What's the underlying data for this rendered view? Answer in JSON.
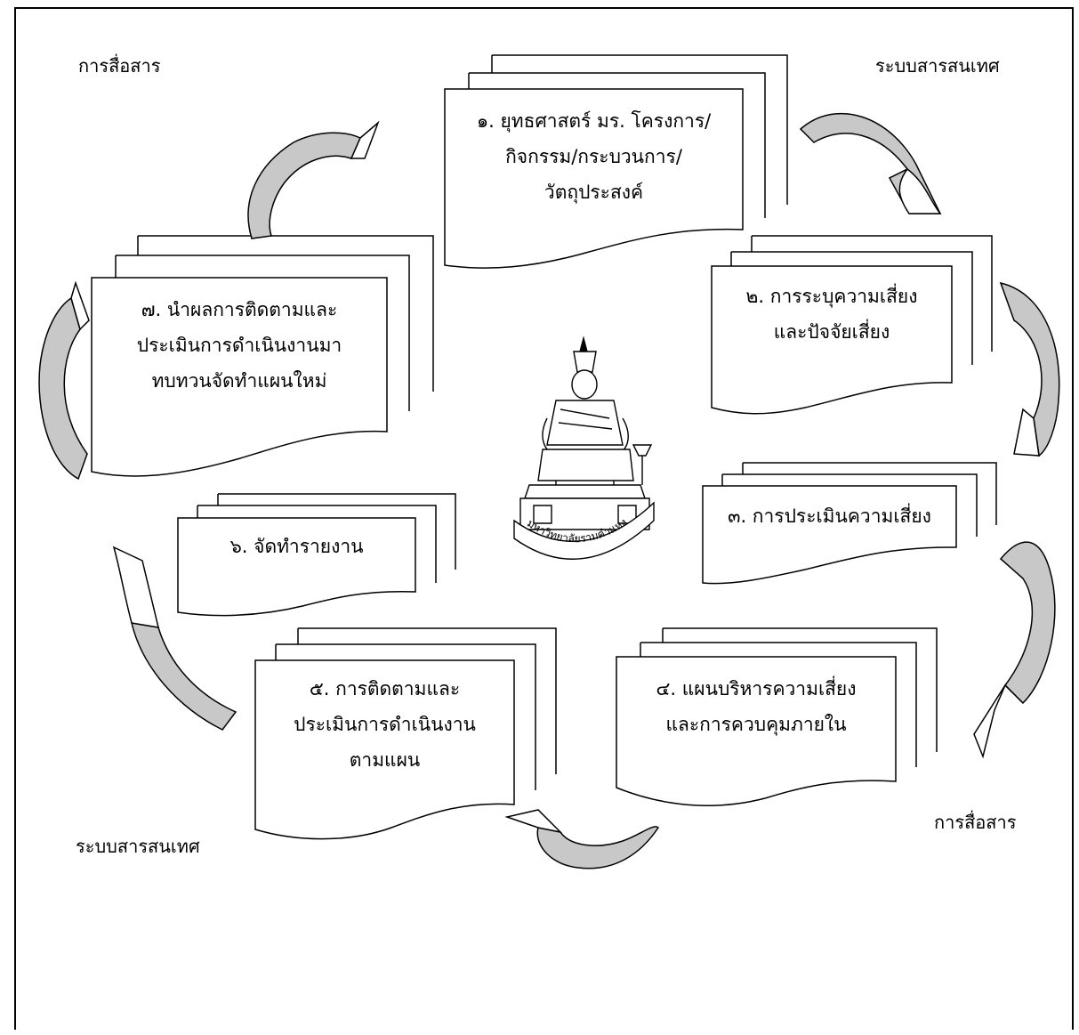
{
  "corner_labels": {
    "top_left": "การสื่อสาร",
    "top_right": "ระบบสารสนเทศ",
    "bottom_left": "ระบบสารสนเทศ",
    "bottom_right": "การสื่อสาร"
  },
  "steps": [
    {
      "lines": [
        "๑. ยุทธศาสตร์ มร. โครงการ/",
        "กิจกรรม/กระบวนการ/",
        "วัตถุประสงค์"
      ]
    },
    {
      "lines": [
        "๒. การระบุความเสี่ยง",
        "และปัจจัยเสี่ยง"
      ]
    },
    {
      "lines": [
        "๓. การประเมินความเสี่ยง"
      ]
    },
    {
      "lines": [
        "๔. แผนบริหารความเสี่ยง",
        "และการควบคุมภายใน"
      ]
    },
    {
      "lines": [
        "๕. การติดตามและ",
        "ประเมินการดำเนินงาน",
        "ตามแผน"
      ]
    },
    {
      "lines": [
        "๖. จัดทำรายงาน"
      ]
    },
    {
      "lines": [
        "๗. นำผลการติดตามและ",
        "ประเมินการดำเนินงานมา",
        "ทบทวนจัดทำแผนใหม่"
      ]
    }
  ],
  "center_logo": {
    "icon": "university-emblem-seated-king",
    "text": "มหาวิทยาลัยรามคำแหง"
  },
  "colors": {
    "arrow_fill": "#c8c8c8",
    "stroke": "#000000",
    "background": "#ffffff"
  }
}
